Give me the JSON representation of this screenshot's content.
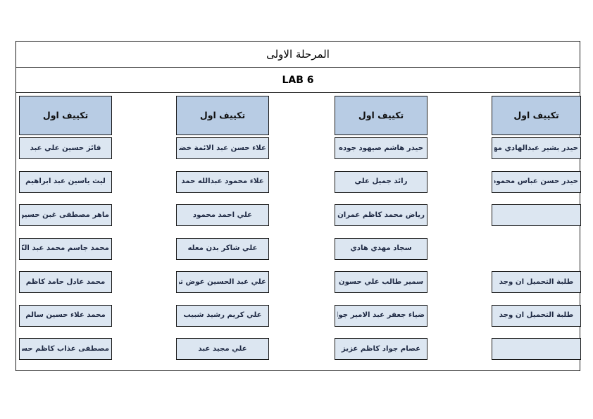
{
  "document": {
    "title": "المرحلة الاولى",
    "lab_label": "LAB 6"
  },
  "colors": {
    "header_cell_fill": "#b8cce4",
    "name_cell_fill": "#dce6f1",
    "border": "#1a1a1a",
    "page_background": "#ffffff",
    "name_text": "#1f2a44"
  },
  "columns": [
    {
      "header": "تكييف اول",
      "cells": [
        "فائز حسين علي عبد",
        "ليث ياسين عبد ابراهيم",
        "ماهر مصطفى غبن حسين",
        "محمد جاسم محمد عبد الكريم",
        "محمد عادل حامد كاظم",
        "محمد علاء حسين سالم",
        "مصطفى عذاب كاظم حسون"
      ]
    },
    {
      "header": "تكييف اول",
      "cells": [
        "علاء حسن عبد الائمة خضير",
        "علاء محمود عبدالله حمد",
        "علي احمد محمود",
        "علي شاكر بدن معله",
        "علي عبد الحسين عوض تبر",
        "علي كريم رشيد شبيب",
        "علي مجيد عبد"
      ]
    },
    {
      "header": "تكييف اول",
      "cells": [
        "حيدر هاشم صيهود جوده",
        "رائد جميل علي",
        "رياض محمد كاظم عمران",
        "سجاد مهدي هادي",
        "سمير طالب علي حسون",
        "ضياء جعفر عبد الامير جواد",
        "عصام جواد كاظم عزيز"
      ]
    },
    {
      "header": "تكييف اول",
      "cells": [
        "حيدر بشير عبدالهادي مهدي",
        "حيدر حسن عباس محمود",
        "",
        null,
        "طلبة التحميل ان وجد",
        "طلبة التحميل ان وجد",
        ""
      ]
    }
  ]
}
